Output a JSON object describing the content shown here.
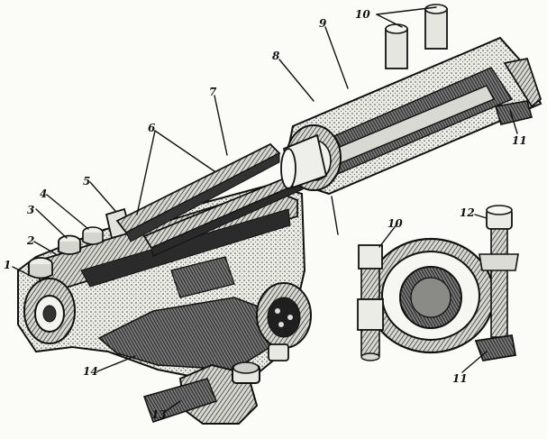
{
  "callouts": [
    {
      "id": "c1",
      "text": "1"
    },
    {
      "id": "c2",
      "text": "2"
    },
    {
      "id": "c3",
      "text": "3"
    },
    {
      "id": "c4",
      "text": "4"
    },
    {
      "id": "c5",
      "text": "5"
    },
    {
      "id": "c6",
      "text": "6"
    },
    {
      "id": "c7",
      "text": "7"
    },
    {
      "id": "c8",
      "text": "8"
    },
    {
      "id": "c9",
      "text": "9"
    },
    {
      "id": "c10a",
      "text": "10"
    },
    {
      "id": "c10b",
      "text": "10"
    },
    {
      "id": "c11a",
      "text": "11"
    },
    {
      "id": "c11b",
      "text": "11"
    },
    {
      "id": "c12",
      "text": "12"
    },
    {
      "id": "c13",
      "text": "13"
    },
    {
      "id": "c14",
      "text": "14"
    }
  ],
  "colors": {
    "ink": "#111111",
    "shade": "#3a3a3a",
    "paper": "#fbfbf8",
    "mid": "#8a8a86"
  }
}
